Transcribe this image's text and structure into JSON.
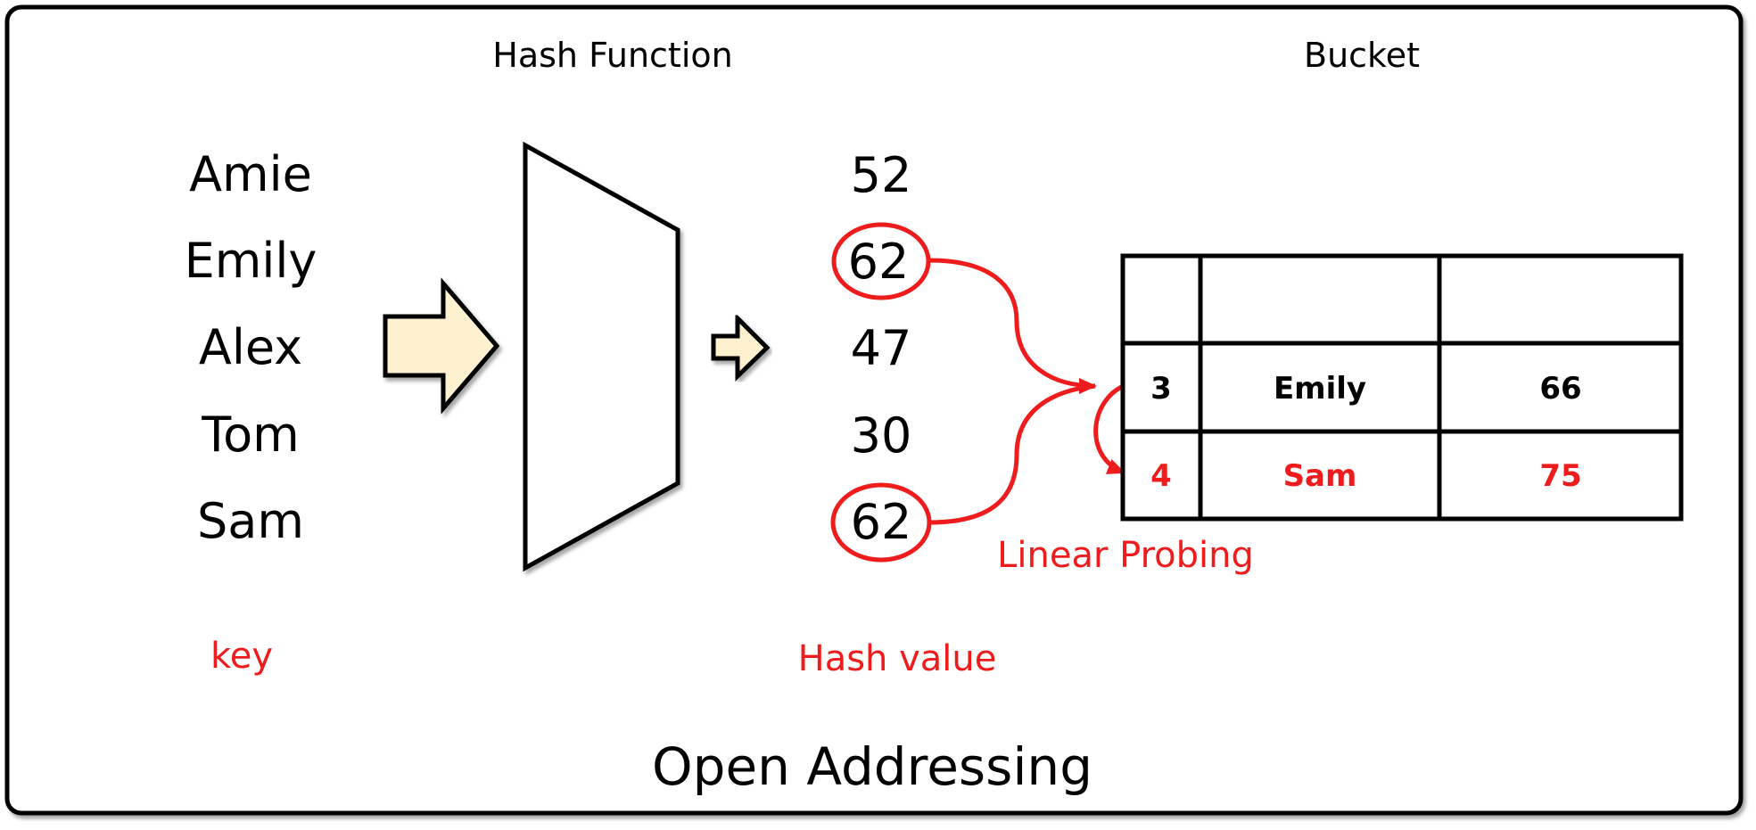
{
  "headers": {
    "hash_function": "Hash Function",
    "bucket": "Bucket"
  },
  "keys": [
    "Amie",
    "Emily",
    "Alex",
    "Tom",
    "Sam"
  ],
  "hash_values": [
    "52",
    "62",
    "47",
    "30",
    "62"
  ],
  "labels": {
    "key": "key",
    "hash_value": "Hash value",
    "linear_probing": "Linear Probing"
  },
  "bucket_rows": [
    {
      "index": "",
      "name": "",
      "value": ""
    },
    {
      "index": "3",
      "name": "Emily",
      "value": "66"
    },
    {
      "index": "4",
      "name": "Sam",
      "value": "75"
    }
  ],
  "title": "Open Addressing",
  "colors": {
    "accent": "#ee1c1c",
    "arrow_fill": "#fdf1cf",
    "stroke": "#000000"
  }
}
